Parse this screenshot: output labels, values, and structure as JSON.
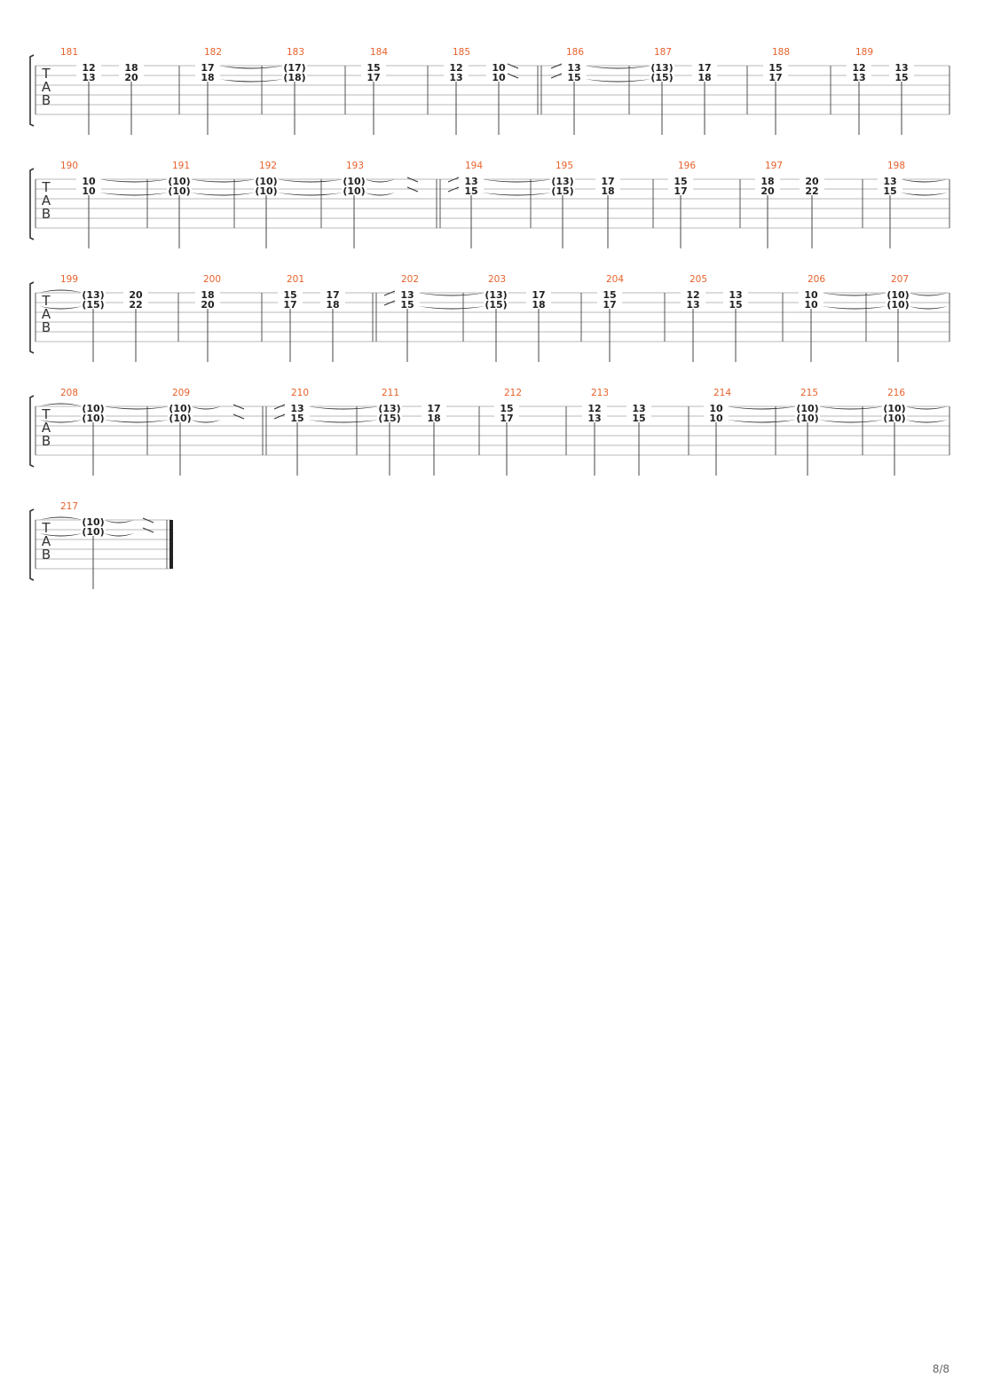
{
  "page": {
    "page_number": "8/8"
  },
  "tab_clef": [
    "T",
    "A",
    "B"
  ],
  "systems": [
    {
      "measures": [
        {
          "number": "181",
          "beats": [
            [
              "12",
              "13"
            ],
            [
              "18",
              "20"
            ]
          ]
        },
        {
          "number": "182",
          "beats": [
            [
              "17",
              "18"
            ]
          ],
          "tie_out": true
        },
        {
          "number": "183",
          "beats": [
            [
              "(17)",
              "(18)"
            ]
          ]
        },
        {
          "number": "184",
          "beats": [
            [
              "15",
              "17"
            ]
          ]
        },
        {
          "number": "185",
          "beats": [
            [
              "12",
              "13"
            ],
            [
              "10",
              "10"
            ]
          ],
          "slide_out": true,
          "double_bar_end": true
        },
        {
          "number": "186",
          "beats": [
            [
              "13",
              "15"
            ]
          ],
          "slide_in": true,
          "tie_out": true
        },
        {
          "number": "187",
          "beats": [
            [
              "(13)",
              "(15)"
            ],
            [
              "17",
              "18"
            ]
          ]
        },
        {
          "number": "188",
          "beats": [
            [
              "15",
              "17"
            ]
          ]
        },
        {
          "number": "189",
          "beats": [
            [
              "12",
              "13"
            ],
            [
              "13",
              "15"
            ]
          ]
        }
      ]
    },
    {
      "measures": [
        {
          "number": "190",
          "beats": [
            [
              "10",
              "10"
            ]
          ],
          "tie_out": true
        },
        {
          "number": "191",
          "beats": [
            [
              "(10)",
              "(10)"
            ]
          ],
          "tie_out": true
        },
        {
          "number": "192",
          "beats": [
            [
              "(10)",
              "(10)"
            ]
          ],
          "tie_out": true
        },
        {
          "number": "193",
          "beats": [
            [
              "(10)",
              "(10)"
            ]
          ],
          "tie_short": true,
          "slide_out": true,
          "double_bar_end": true
        },
        {
          "number": "194",
          "beats": [
            [
              "13",
              "15"
            ]
          ],
          "slide_in": true,
          "tie_out": true
        },
        {
          "number": "195",
          "beats": [
            [
              "(13)",
              "(15)"
            ],
            [
              "17",
              "18"
            ]
          ]
        },
        {
          "number": "196",
          "beats": [
            [
              "15",
              "17"
            ]
          ]
        },
        {
          "number": "197",
          "beats": [
            [
              "18",
              "20"
            ],
            [
              "20",
              "22"
            ]
          ]
        },
        {
          "number": "198",
          "beats": [
            [
              "13",
              "15"
            ]
          ],
          "tie_out": true
        }
      ]
    },
    {
      "measures": [
        {
          "number": "199",
          "beats": [
            [
              "(13)",
              "(15)"
            ],
            [
              "20",
              "22"
            ]
          ],
          "tie_in": true
        },
        {
          "number": "200",
          "beats": [
            [
              "18",
              "20"
            ]
          ]
        },
        {
          "number": "201",
          "beats": [
            [
              "15",
              "17"
            ],
            [
              "17",
              "18"
            ]
          ],
          "double_bar_end": true
        },
        {
          "number": "202",
          "beats": [
            [
              "13",
              "15"
            ]
          ],
          "slide_in": true,
          "tie_out": true
        },
        {
          "number": "203",
          "beats": [
            [
              "(13)",
              "(15)"
            ],
            [
              "17",
              "18"
            ]
          ]
        },
        {
          "number": "204",
          "beats": [
            [
              "15",
              "17"
            ]
          ]
        },
        {
          "number": "205",
          "beats": [
            [
              "12",
              "13"
            ],
            [
              "13",
              "15"
            ]
          ]
        },
        {
          "number": "206",
          "beats": [
            [
              "10",
              "10"
            ]
          ],
          "tie_out": true
        },
        {
          "number": "207",
          "beats": [
            [
              "(10)",
              "(10)"
            ]
          ],
          "tie_out": true
        }
      ]
    },
    {
      "measures": [
        {
          "number": "208",
          "beats": [
            [
              "(10)",
              "(10)"
            ]
          ],
          "tie_in": true,
          "tie_out": true
        },
        {
          "number": "209",
          "beats": [
            [
              "(10)",
              "(10)"
            ]
          ],
          "tie_short": true,
          "slide_out": true,
          "double_bar_end": true
        },
        {
          "number": "210",
          "beats": [
            [
              "13",
              "15"
            ]
          ],
          "slide_in": true,
          "tie_out": true
        },
        {
          "number": "211",
          "beats": [
            [
              "(13)",
              "(15)"
            ],
            [
              "17",
              "18"
            ]
          ]
        },
        {
          "number": "212",
          "beats": [
            [
              "15",
              "17"
            ]
          ]
        },
        {
          "number": "213",
          "beats": [
            [
              "12",
              "13"
            ],
            [
              "13",
              "15"
            ]
          ]
        },
        {
          "number": "214",
          "beats": [
            [
              "10",
              "10"
            ]
          ],
          "tie_out": true
        },
        {
          "number": "215",
          "beats": [
            [
              "(10)",
              "(10)"
            ]
          ],
          "tie_out": true
        },
        {
          "number": "216",
          "beats": [
            [
              "(10)",
              "(10)"
            ]
          ],
          "tie_out": true
        }
      ]
    },
    {
      "measures": [
        {
          "number": "217",
          "beats": [
            [
              "(10)",
              "(10)"
            ]
          ],
          "tie_in": true,
          "tie_short": true,
          "slide_out": true,
          "final_bar": true
        }
      ]
    }
  ],
  "colors": {
    "measure_number": "#e8622c",
    "fret_text": "#222222",
    "staff_line": "#b8b8b8"
  }
}
